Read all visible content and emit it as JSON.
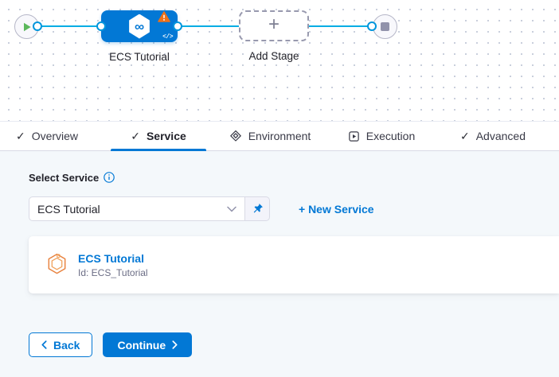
{
  "colors": {
    "primary_blue": "#0278d5",
    "flow_line_blue": "#00ade4",
    "connector_blue": "#0095dc",
    "warning_orange": "#ee7119",
    "start_green": "#5cb85c",
    "neutral_gray": "#9293ab",
    "text_dark": "#22222a",
    "text_muted": "#6b6d85",
    "content_bg": "#f4f8fb",
    "service_icon_orange": "#e8823e"
  },
  "icons": {
    "check": "✓",
    "infinity": "∞",
    "plus": "+",
    "code": "</>"
  },
  "canvas": {
    "stage": {
      "label": "ECS Tutorial"
    },
    "add_stage": {
      "label": "Add Stage"
    }
  },
  "tabs": {
    "items": [
      {
        "label": "Overview"
      },
      {
        "label": "Service"
      },
      {
        "label": "Environment"
      },
      {
        "label": "Execution"
      },
      {
        "label": "Advanced"
      }
    ]
  },
  "service_tab": {
    "select_label": "Select Service",
    "select_value": "ECS Tutorial",
    "new_service": "+ New Service",
    "card": {
      "name": "ECS Tutorial",
      "id": "Id: ECS_Tutorial"
    }
  },
  "footer": {
    "back": "Back",
    "continue": "Continue"
  }
}
